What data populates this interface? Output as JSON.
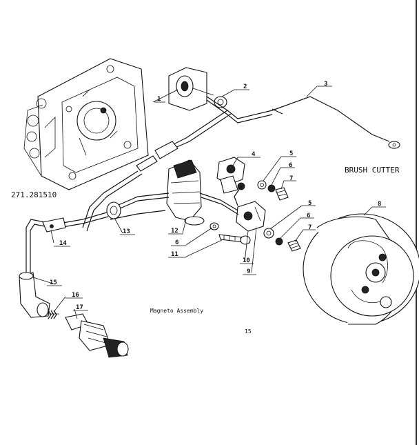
{
  "header": {
    "part_number": "271.281510",
    "product": "BRUSH CUTTER"
  },
  "caption": {
    "assembly": "Magneto Assembly",
    "page": "15"
  },
  "callouts": [
    {
      "id": "c1",
      "text": "1"
    },
    {
      "id": "c2",
      "text": "2"
    },
    {
      "id": "c3",
      "text": "3"
    },
    {
      "id": "c4",
      "text": "4"
    },
    {
      "id": "c5a",
      "text": "5"
    },
    {
      "id": "c6a",
      "text": "6"
    },
    {
      "id": "c7a",
      "text": "7"
    },
    {
      "id": "c8",
      "text": "8"
    },
    {
      "id": "c5b",
      "text": "5"
    },
    {
      "id": "c6b",
      "text": "6"
    },
    {
      "id": "c7b",
      "text": "7"
    },
    {
      "id": "c12",
      "text": "12"
    },
    {
      "id": "c6c",
      "text": "6"
    },
    {
      "id": "c11",
      "text": "11"
    },
    {
      "id": "c10",
      "text": "10"
    },
    {
      "id": "c9",
      "text": "9"
    },
    {
      "id": "c13",
      "text": "13"
    },
    {
      "id": "c14",
      "text": "14"
    },
    {
      "id": "c15",
      "text": "15"
    },
    {
      "id": "c16",
      "text": "16"
    },
    {
      "id": "c17",
      "text": "17"
    }
  ]
}
